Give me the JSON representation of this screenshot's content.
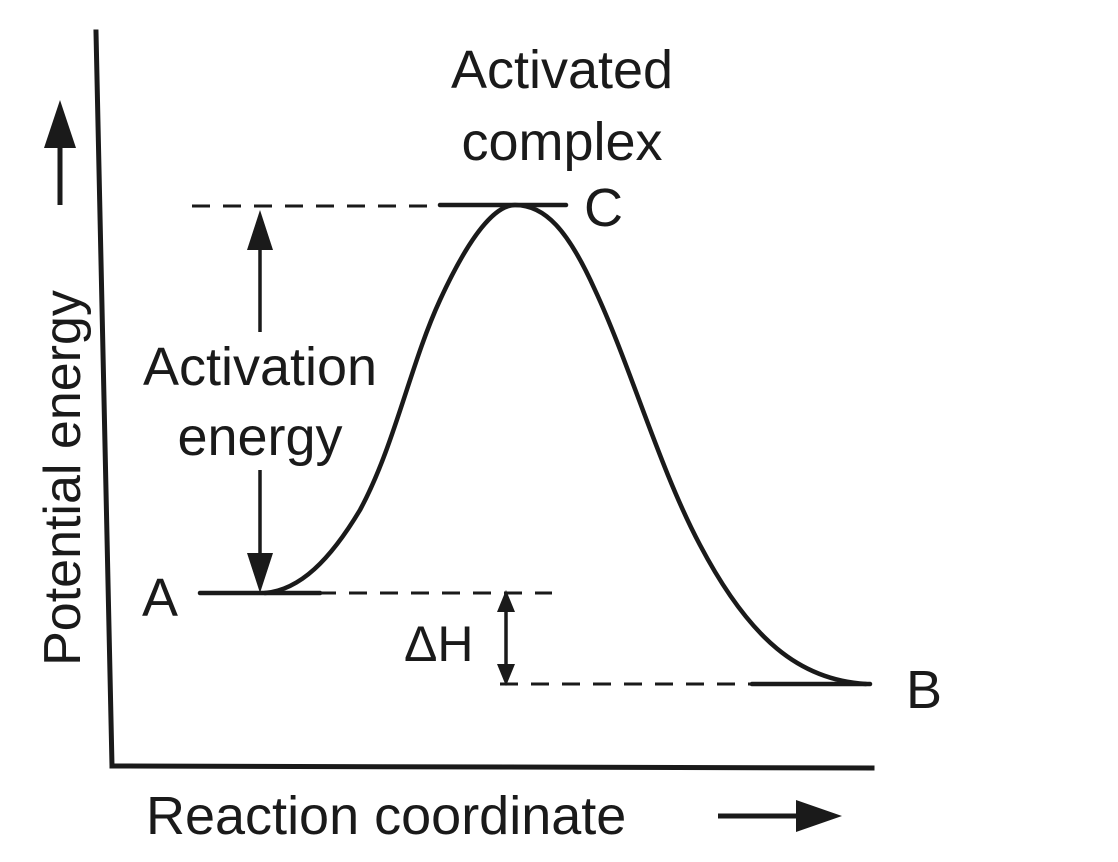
{
  "diagram": {
    "title_line1": "Activated",
    "title_line2": "complex",
    "point_a": "A",
    "point_b": "B",
    "point_c": "C",
    "activation_line1": "Activation",
    "activation_line2": "energy",
    "delta_h": "ΔH",
    "y_axis_label": "Potential energy",
    "x_axis_label": "Reaction coordinate",
    "ink_color": "#1a1a1a"
  }
}
